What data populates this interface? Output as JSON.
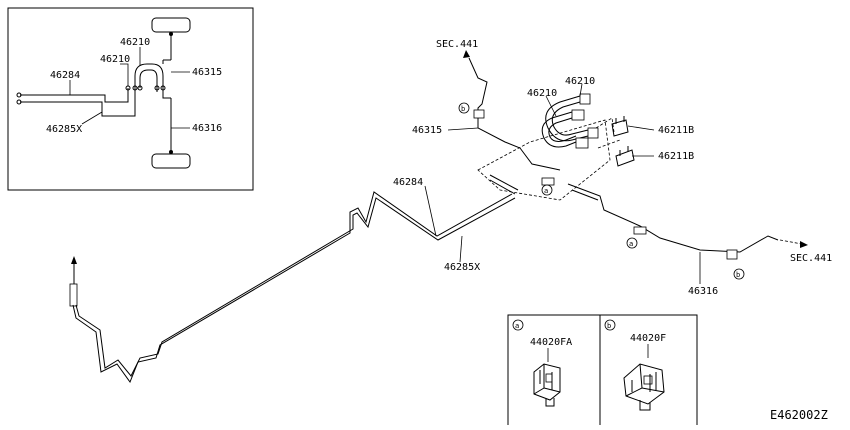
{
  "diagram_id": "E462002Z",
  "inset_labels": {
    "p46210_upper": "46210",
    "p46210_lower": "46210",
    "p46284": "46284",
    "p46285x": "46285X",
    "p46315": "46315",
    "p46316": "46316"
  },
  "main_labels": {
    "sec441_top": "SEC.441",
    "sec441_right": "SEC.441",
    "p46210_a": "46210",
    "p46210_b": "46210",
    "p46211b_a": "46211B",
    "p46211b_b": "46211B",
    "p46315": "46315",
    "p46284": "46284",
    "p46285x": "46285X",
    "p46316": "46316"
  },
  "callouts": {
    "a": "a",
    "b": "b"
  },
  "detail_labels": {
    "a_tag": "a",
    "b_tag": "b",
    "clip_a": "44020FA",
    "clip_b": "44020F"
  }
}
